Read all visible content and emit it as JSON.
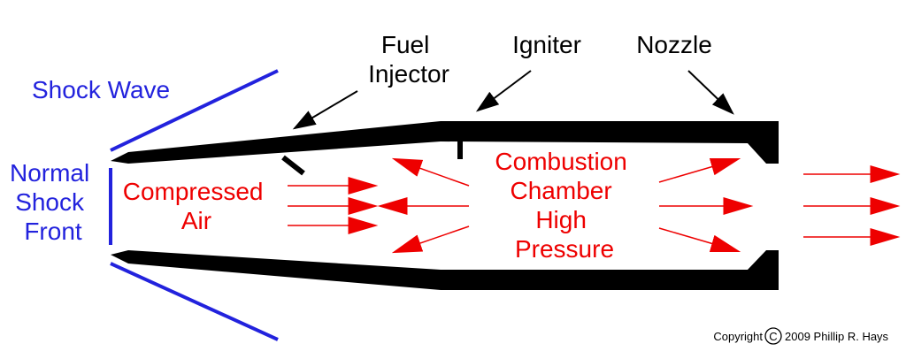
{
  "labels": {
    "fuel_line1": "Fuel",
    "fuel_line2": "Injector",
    "igniter": "Igniter",
    "nozzle": "Nozzle",
    "shock_wave": "Shock Wave",
    "normal_line1": "Normal",
    "normal_line2": "Shock",
    "normal_line3": "Front",
    "compressed_line1": "Compressed",
    "compressed_line2": "Air",
    "combustion_line1": "Combustion",
    "combustion_line2": "Chamber",
    "combustion_line3": "High",
    "combustion_line4": "Pressure"
  },
  "copyright": {
    "prefix": "Copyright",
    "symbol": "C",
    "suffix": "2009 Phillip R. Hays"
  },
  "colors": {
    "structure": "#000000",
    "shock": "#2222dd",
    "flow": "#ee0000"
  }
}
